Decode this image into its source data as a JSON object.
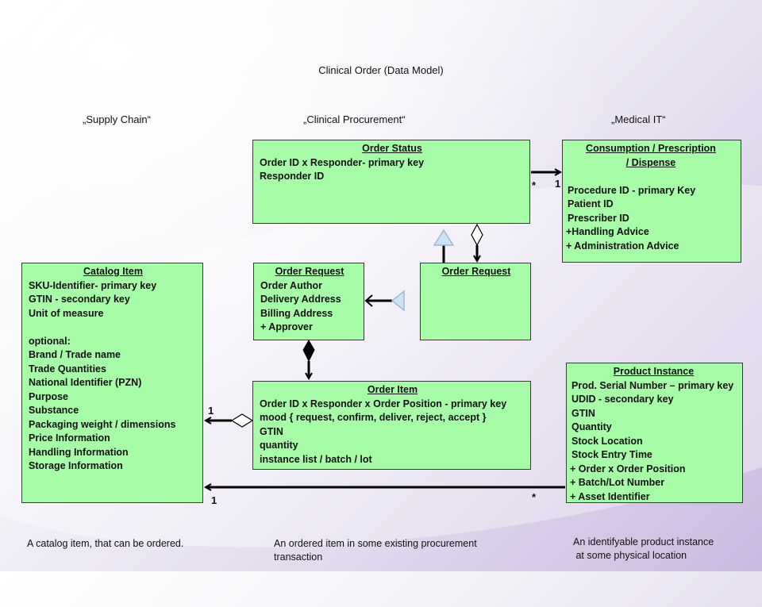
{
  "title": "Clinical Order (Data Model)",
  "sections": {
    "supply_chain": "„Supply Chain“",
    "clinical_procurement": "„Clinical Procurement“",
    "medical_it": "„Medical IT“"
  },
  "boxes": {
    "order_status": {
      "title": "Order Status",
      "lines": [
        "Order ID x Responder- primary key",
        "Responder ID"
      ]
    },
    "consumption": {
      "title_1": "Consumption /  Prescription",
      "title_2": "/ Dispense",
      "lines": [
        "",
        "Procedure ID   - primary Key",
        "Patient ID",
        "Prescriber ID",
        "+Handling Advice",
        "+ Administration Advice"
      ]
    },
    "catalog_item": {
      "title": "Catalog Item",
      "lines": [
        "SKU-Identifier- primary key",
        "GTIN  - secondary key",
        "Unit of measure",
        "",
        "optional:",
        "Brand /  Trade name",
        "Trade Quantities",
        "National Identifier (PZN)",
        "Purpose",
        "Substance",
        "Packaging weight / dimensions",
        "Price Information",
        "Handling Information",
        "Storage Information"
      ]
    },
    "order_request_main": {
      "title": "Order Request",
      "lines": [
        "Order Author",
        "Delivery Address",
        "Billing Address",
        "+ Approver"
      ]
    },
    "order_request_sub": {
      "title": "Order Request",
      "lines": []
    },
    "order_item": {
      "title": "Order Item",
      "lines": [
        "Order  ID x  Responder  x Order  Position  - primary key",
        "mood { request, confirm, deliver, reject, accept  }",
        "GTIN",
        "quantity",
        "instance list / batch / lot"
      ]
    },
    "product_instance": {
      "title": "Product Instance",
      "lines": [
        "Prod. Serial Number – primary key",
        "UDID   - secondary key",
        "GTIN",
        "Quantity",
        "Stock Location",
        "Stock Entry Time",
        "+ Order  x Order Position",
        "+ Batch/Lot Number",
        "+ Asset Identifier"
      ]
    }
  },
  "multiplicities": {
    "status_star": "*",
    "consumption_one": "1",
    "catalog_one_top": "1",
    "catalog_one_bottom": "1",
    "instance_star": "*"
  },
  "captions": {
    "catalog": "A catalog item, that can be ordered.",
    "order_item_1": "An ordered item in some existing procurement",
    "order_item_2": "transaction",
    "instance_1": "An identifyable product instance",
    "instance_2": " at some physical location"
  },
  "colors": {
    "box_fill": "#a7fca7",
    "box_border": "#3a3a3a",
    "line": "#000000",
    "inheritance_triangle": "#cfe1f4"
  }
}
